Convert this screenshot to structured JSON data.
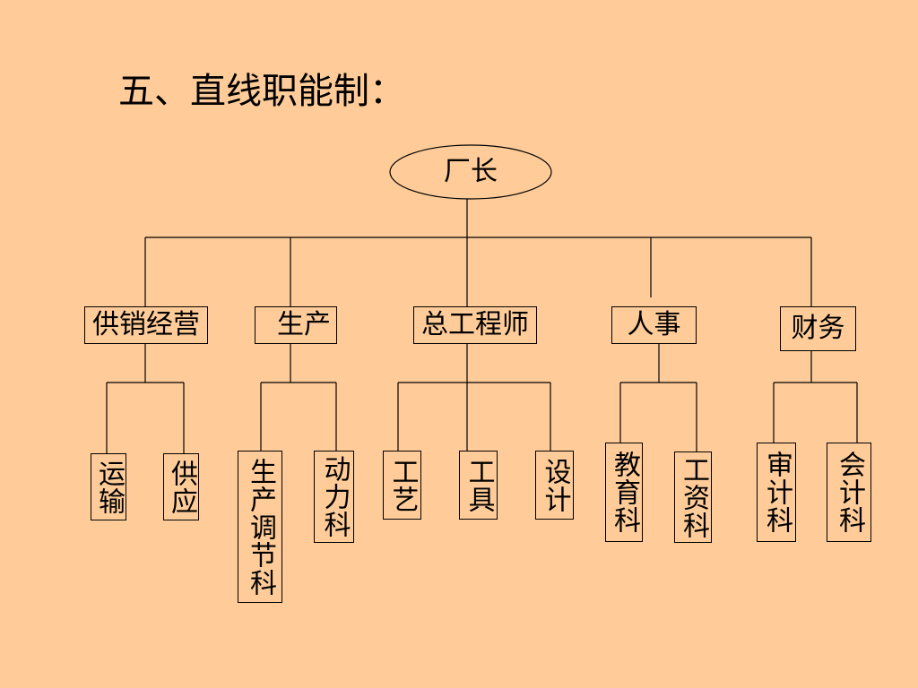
{
  "title": "五、直线职能制：",
  "org": {
    "root": "厂长",
    "departments": [
      {
        "id": "sales",
        "label": "供销经营",
        "children": [
          "运输",
          "供应"
        ]
      },
      {
        "id": "production",
        "label": "生产",
        "children": [
          "生产调节科",
          "动力科"
        ]
      },
      {
        "id": "engineer",
        "label": "总工程师",
        "children": [
          "工艺",
          "工具",
          "设计"
        ]
      },
      {
        "id": "hr",
        "label": "人事",
        "children": [
          "教育科",
          "工资科"
        ]
      },
      {
        "id": "finance",
        "label": "财务",
        "children": [
          "审计科",
          "会计科"
        ]
      }
    ]
  }
}
